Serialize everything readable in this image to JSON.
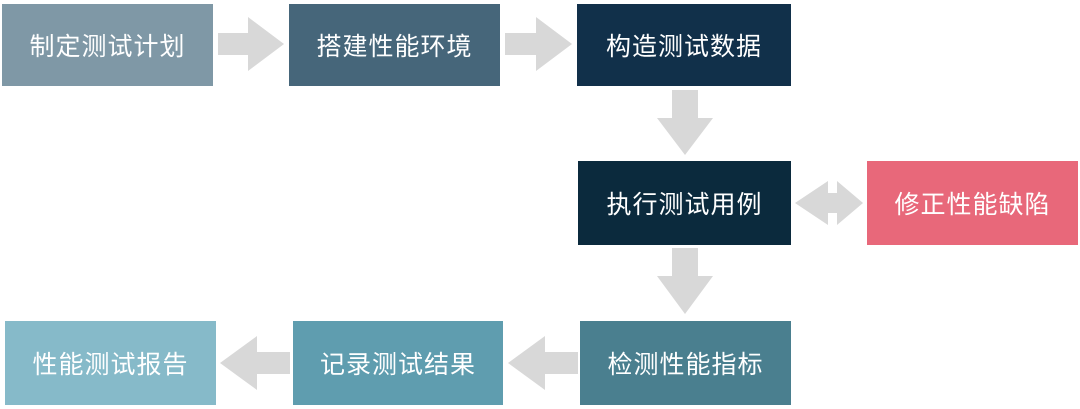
{
  "flow": {
    "steps": [
      {
        "id": "plan",
        "label": "制定测试计划",
        "color": "#7f98a6"
      },
      {
        "id": "env",
        "label": "搭建性能环境",
        "color": "#46667a"
      },
      {
        "id": "data",
        "label": "构造测试数据",
        "color": "#11304a"
      },
      {
        "id": "exec",
        "label": "执行测试用例",
        "color": "#0b2a3d"
      },
      {
        "id": "fix",
        "label": "修正性能缺陷",
        "color": "#e8687a"
      },
      {
        "id": "check",
        "label": "检测性能指标",
        "color": "#4a7f8f"
      },
      {
        "id": "record",
        "label": "记录测试结果",
        "color": "#5f9daf"
      },
      {
        "id": "report",
        "label": "性能测试报告",
        "color": "#86bac9"
      }
    ],
    "arrow_color": "#d8d8d8"
  }
}
